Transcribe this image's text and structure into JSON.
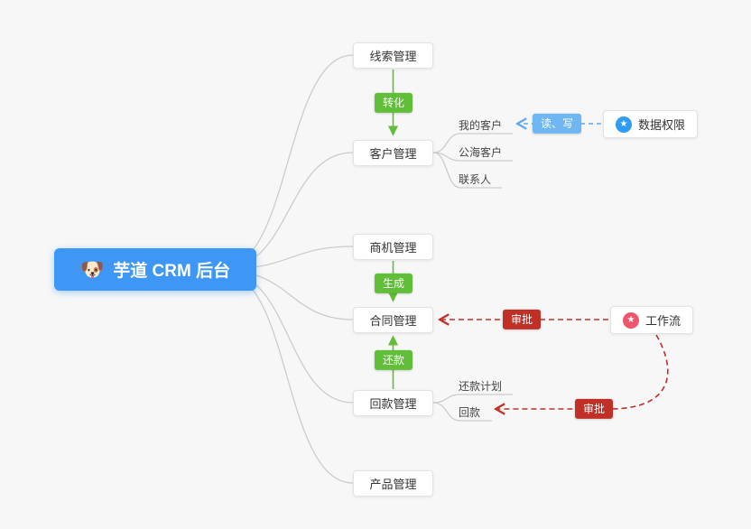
{
  "root": {
    "emoji": "🐶",
    "label": "芋道 CRM 后台"
  },
  "nodes": {
    "clue": {
      "label": "线索管理"
    },
    "customer": {
      "label": "客户管理"
    },
    "business": {
      "label": "商机管理"
    },
    "contract": {
      "label": "合同管理"
    },
    "receivable": {
      "label": "回款管理"
    },
    "product": {
      "label": "产品管理"
    }
  },
  "sub_nodes": {
    "my_customer": {
      "label": "我的客户"
    },
    "pool_customer": {
      "label": "公海客户"
    },
    "contact": {
      "label": "联系人"
    },
    "repay_plan": {
      "label": "还款计划"
    },
    "repay": {
      "label": "回款"
    }
  },
  "badges": {
    "transform": {
      "label": "转化"
    },
    "generate": {
      "label": "生成"
    },
    "repayment": {
      "label": "还款"
    },
    "read_write": {
      "label": "读、写"
    },
    "approve_contract": {
      "label": "审批"
    },
    "approve_repayment": {
      "label": "审批"
    }
  },
  "side_nodes": {
    "data_permission": {
      "label": "数据权限",
      "icon": "★"
    },
    "workflow": {
      "label": "工作流",
      "icon": "★"
    }
  },
  "colors": {
    "root_bg": "#3E96F5",
    "badge_green": "#60BE38",
    "badge_blue": "#6EB7F3",
    "badge_red": "#C03026",
    "line_gray": "#CCCCCC",
    "icon_blue": "#2D9CF4",
    "icon_pink": "#F0566B",
    "background": "#F7F7F7"
  }
}
